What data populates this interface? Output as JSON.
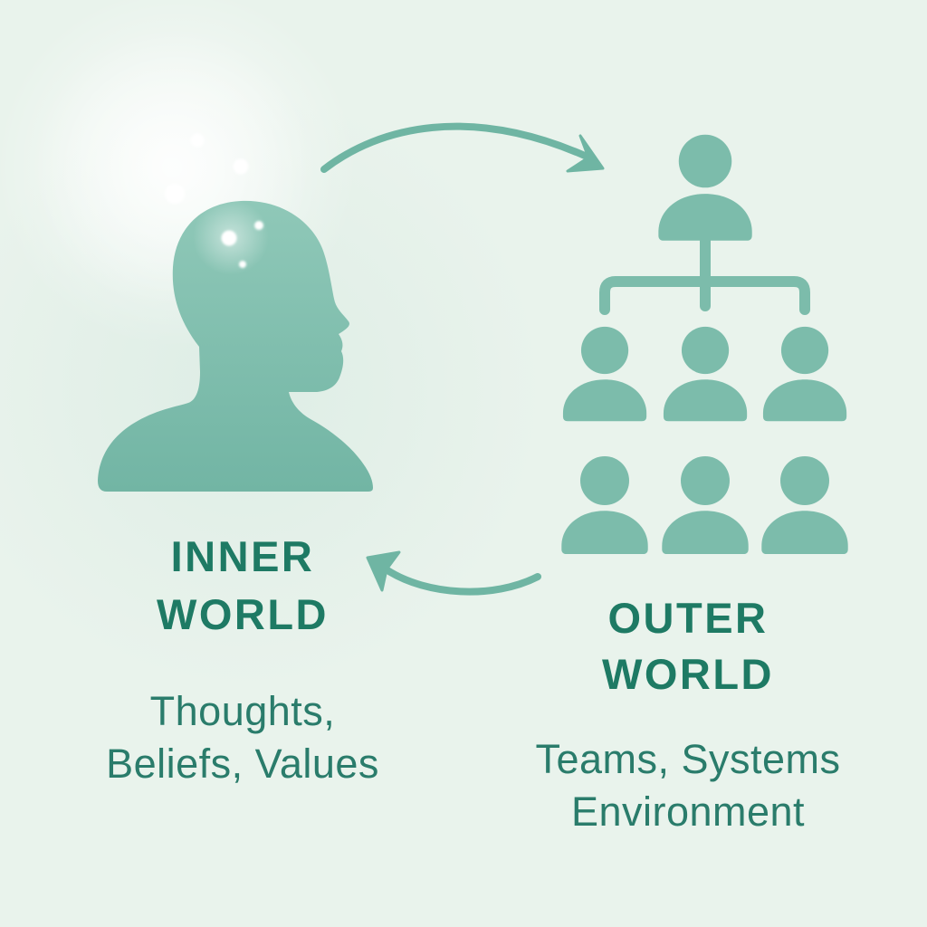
{
  "colors": {
    "bg": "#e9f3ec",
    "icon": "#7cbcab",
    "icon-light": "#8fc8b8",
    "icon-dark": "#72b5a4",
    "arrow": "#6fb5a3",
    "heading": "#1e7a64",
    "body-text": "#2a7c6b"
  },
  "inner_world": {
    "title": "INNER\nWORLD",
    "subtitle": "Thoughts,\nBeliefs, Values"
  },
  "outer_world": {
    "title": "OUTER\nWORLD",
    "subtitle": "Teams, Systems\nEnvironment"
  },
  "icons": {
    "head": "head-silhouette-icon",
    "thought_dots": "thought-dots-icon",
    "arrow_top": "arrow-inner-to-outer-icon",
    "arrow_bottom": "arrow-outer-to-inner-icon",
    "org_chart": "org-chart-icon",
    "person": "person-icon"
  }
}
